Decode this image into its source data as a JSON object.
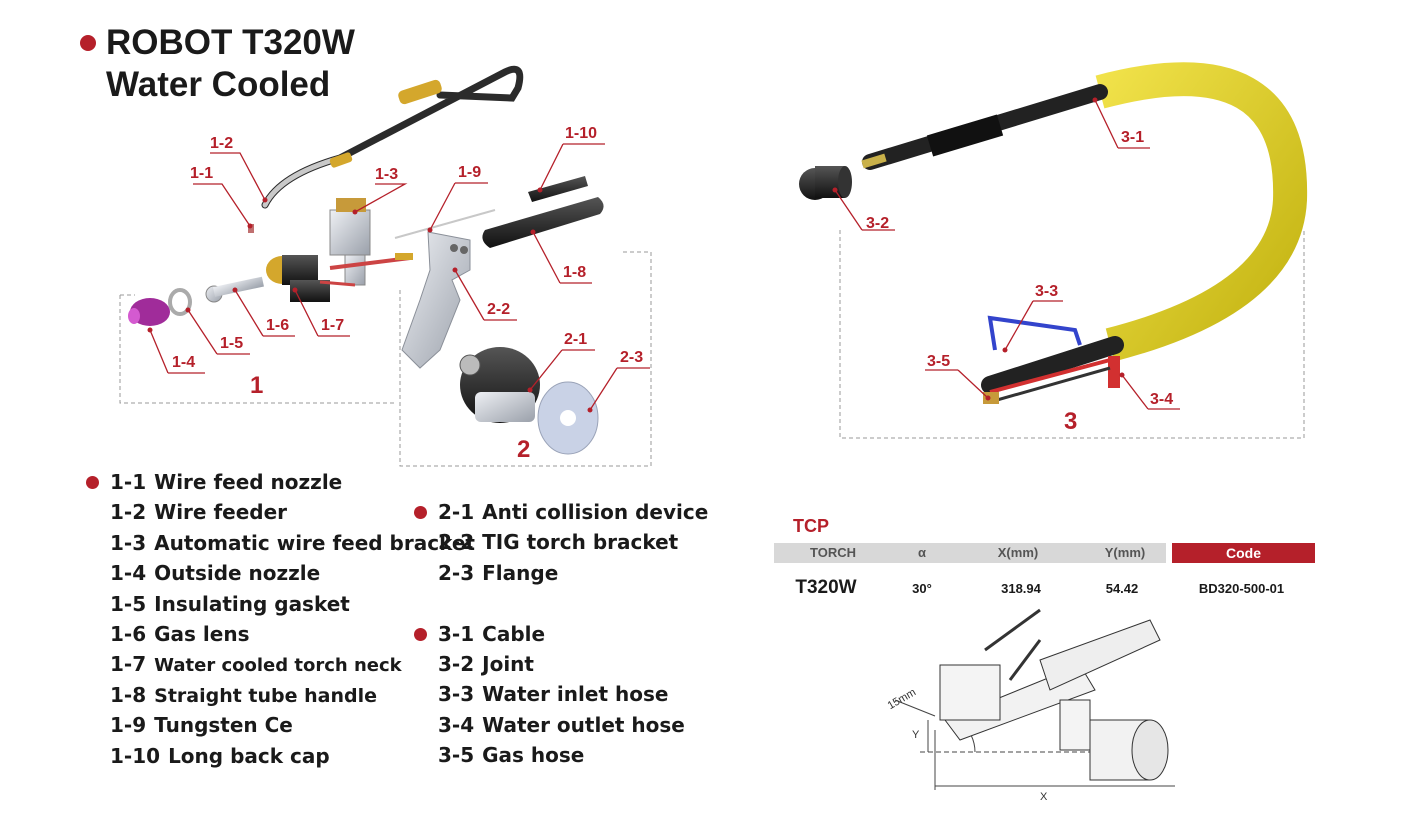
{
  "title": {
    "line1": "ROBOT T320W",
    "line2": "Water Cooled"
  },
  "colors": {
    "accent": "#b5202a",
    "cable_yellow": "#e4d21a",
    "table_header_gray": "#d8d8d8"
  },
  "callouts": {
    "c1_1": "1-1",
    "c1_2": "1-2",
    "c1_3": "1-3",
    "c1_4": "1-4",
    "c1_5": "1-5",
    "c1_6": "1-6",
    "c1_7": "1-7",
    "c1_8": "1-8",
    "c1_9": "1-9",
    "c1_10": "1-10",
    "c2_1": "2-1",
    "c2_2": "2-2",
    "c2_3": "2-3",
    "c3_1": "3-1",
    "c3_2": "3-2",
    "c3_3": "3-3",
    "c3_4": "3-4",
    "c3_5": "3-5"
  },
  "groups": {
    "g1": "1",
    "g2": "2",
    "g3": "3"
  },
  "parts_col1": [
    {
      "code": "1-1",
      "name": "Wire feed nozzle"
    },
    {
      "code": "1-2",
      "name": "Wire feeder"
    },
    {
      "code": "1-3",
      "name": "Automatic wire feed bracket"
    },
    {
      "code": "1-4",
      "name": "Outside nozzle"
    },
    {
      "code": "1-5",
      "name": "Insulating gasket"
    },
    {
      "code": "1-6",
      "name": "Gas lens"
    },
    {
      "code": "1-7",
      "name": "Water cooled torch neck"
    },
    {
      "code": "1-8",
      "name": "Straight tube handle"
    },
    {
      "code": "1-9",
      "name": "Tungsten Ce"
    },
    {
      "code": "1-10",
      "name": "Long back cap"
    }
  ],
  "parts_col2": [
    {
      "code": "2-1",
      "name": "Anti collision device"
    },
    {
      "code": "2-2",
      "name": "TIG torch bracket"
    },
    {
      "code": "2-3",
      "name": "Flange"
    },
    {
      "code": "3-1",
      "name": "Cable"
    },
    {
      "code": "3-2",
      "name": "Joint"
    },
    {
      "code": "3-3",
      "name": "Water inlet hose"
    },
    {
      "code": "3-4",
      "name": "Water outlet hose"
    },
    {
      "code": "3-5",
      "name": "Gas hose"
    }
  ],
  "tcp": {
    "title": "TCP",
    "headers": {
      "torch": "TORCH",
      "alpha": "α",
      "x": "X(mm)",
      "y": "Y(mm)",
      "code": "Code"
    },
    "row": {
      "torch": "T320W",
      "alpha": "30°",
      "x": "318.94",
      "y": "54.42",
      "code": "BD320-500-01"
    }
  },
  "dimension_labels": {
    "dist": "15mm",
    "y": "Y",
    "x": "X"
  }
}
